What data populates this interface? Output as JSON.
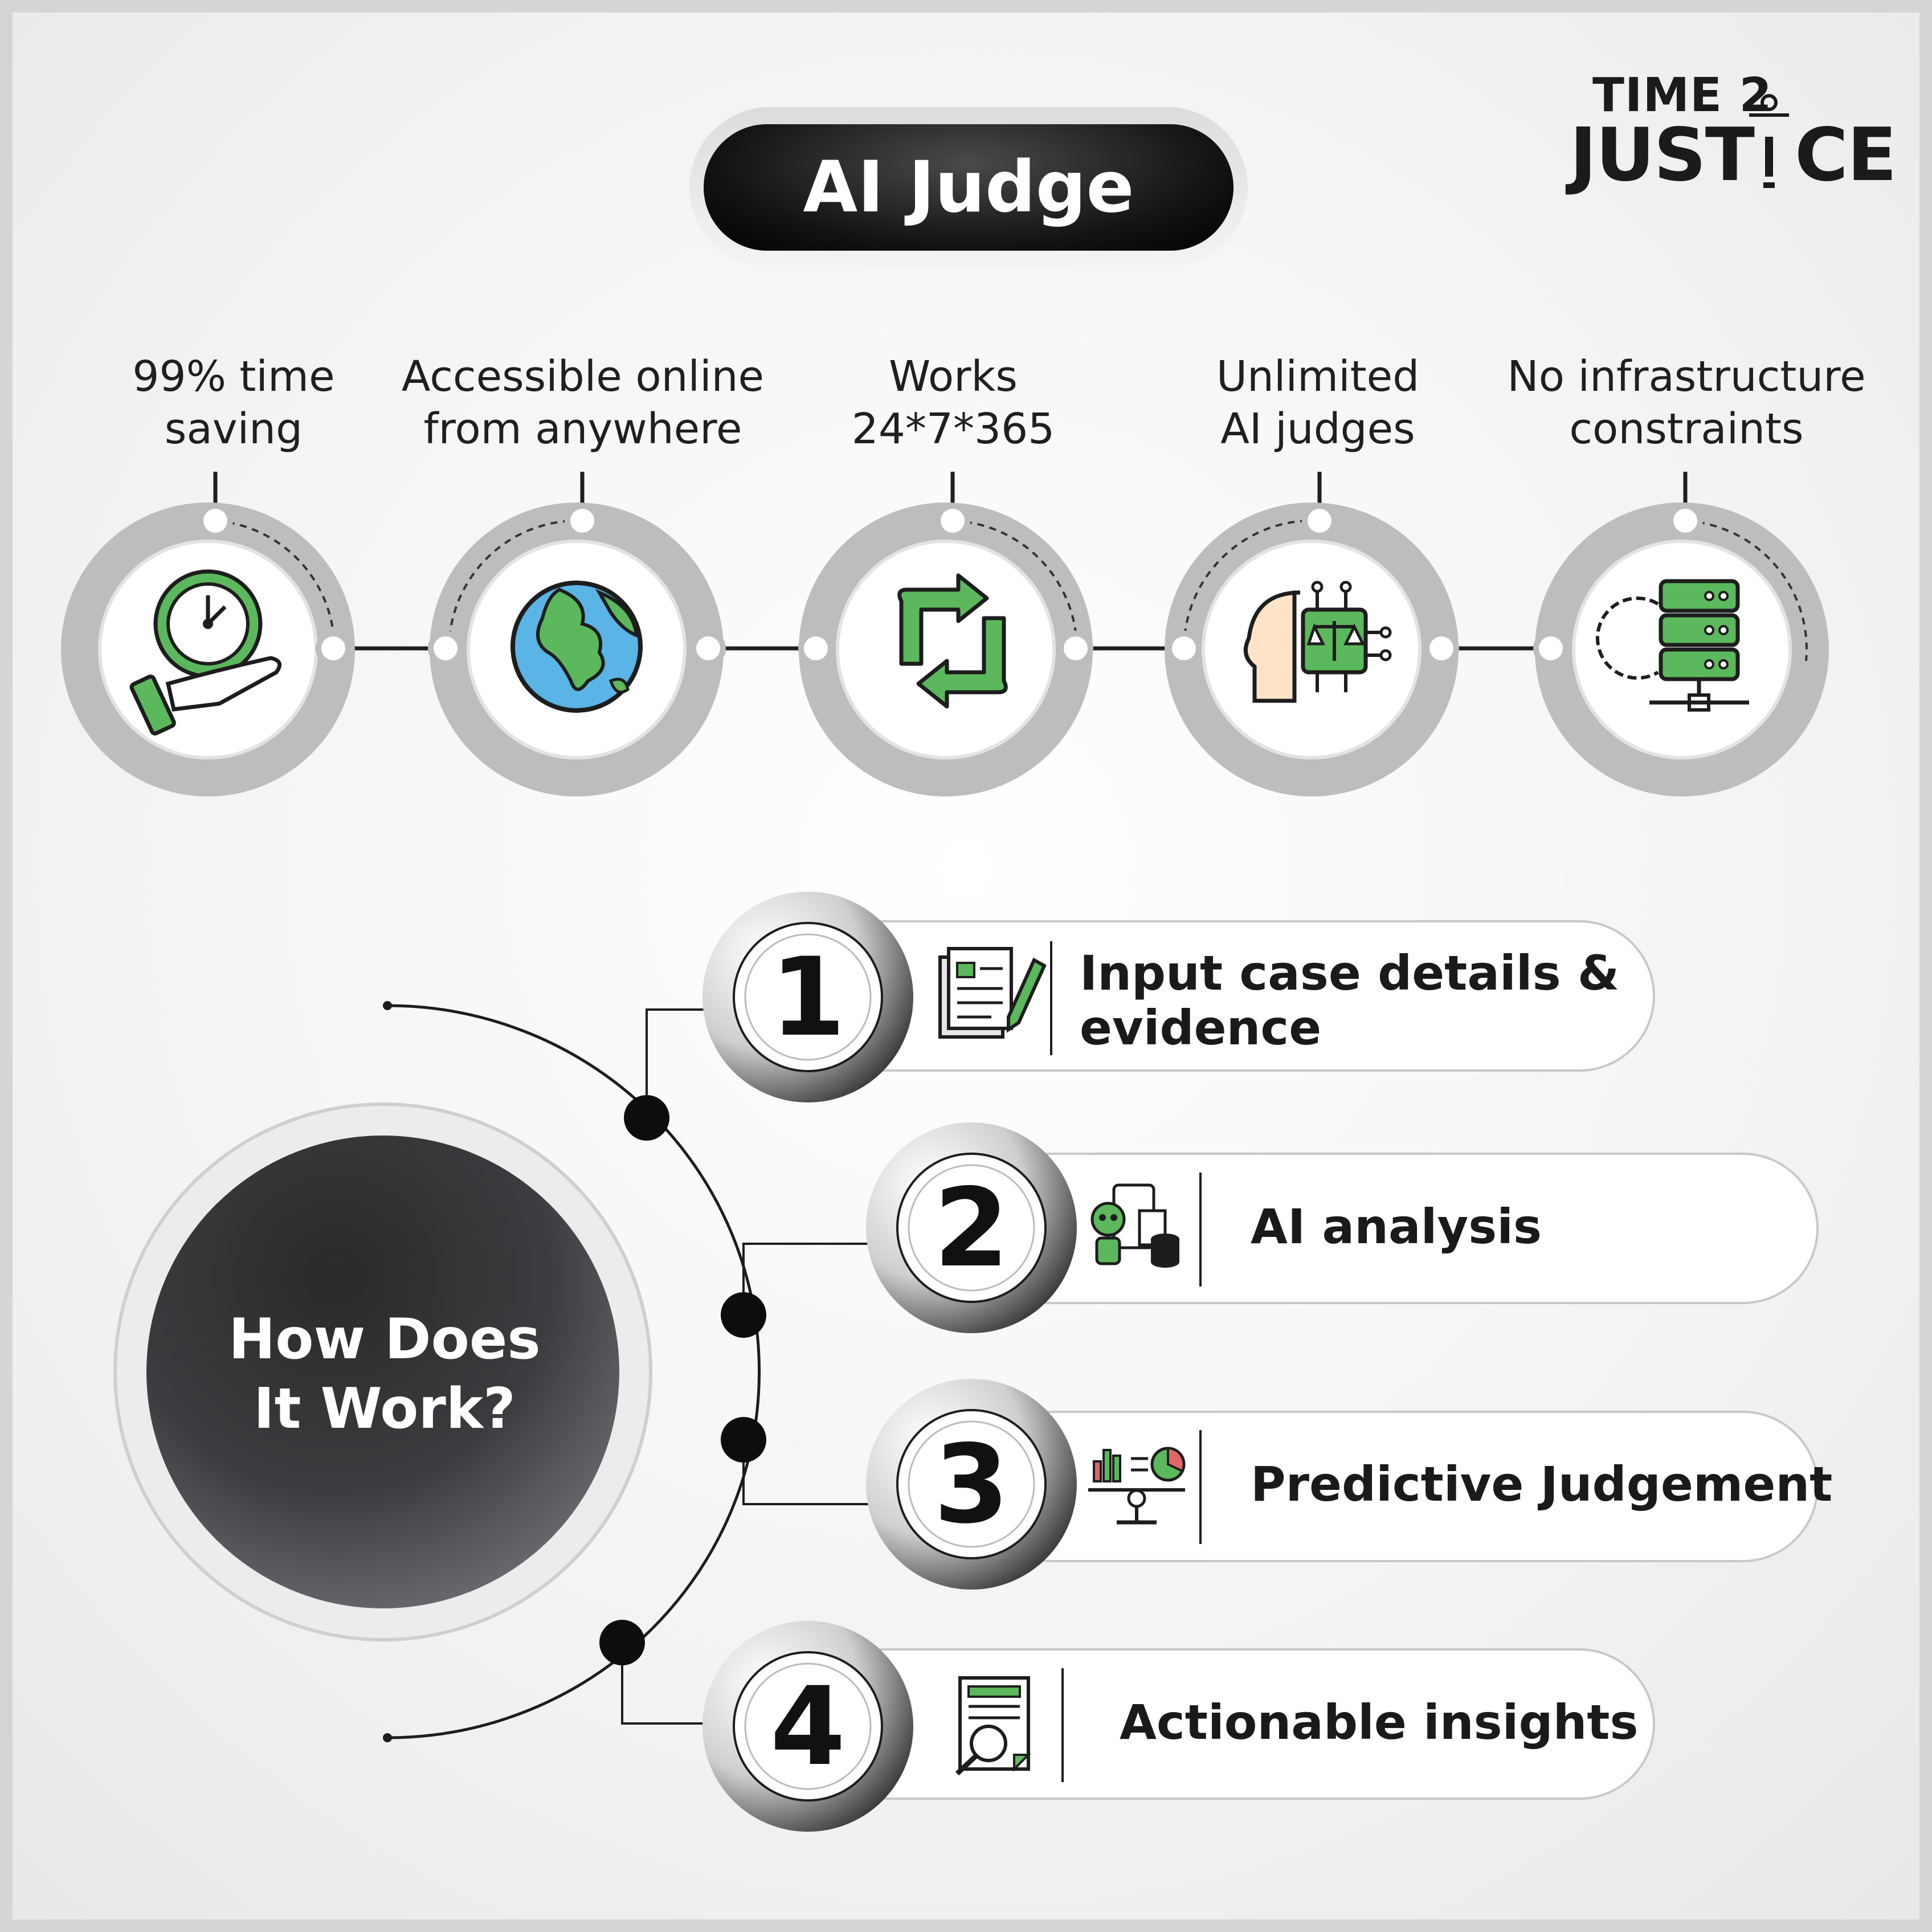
{
  "title": "AI Judge",
  "logo": {
    "line1": "TIME 2",
    "line2_left": "JUST",
    "line2_right": "CE"
  },
  "features": [
    {
      "lines": [
        "99% time",
        "saving"
      ],
      "icon": "hand-clock-icon"
    },
    {
      "lines": [
        "Accessible online",
        "from anywhere"
      ],
      "icon": "globe-icon"
    },
    {
      "lines": [
        "Works",
        "24*7*365"
      ],
      "icon": "refresh-arrows-icon"
    },
    {
      "lines": [
        "Unlimited",
        "AI judges"
      ],
      "icon": "ai-brain-scale-icon"
    },
    {
      "lines": [
        "No infrastructure",
        "constraints"
      ],
      "icon": "server-icon"
    }
  ],
  "how": {
    "lines": [
      "How Does",
      "It Work?"
    ]
  },
  "steps": [
    {
      "number": "1",
      "lines": [
        "Input case details &",
        "evidence"
      ],
      "icon": "document-pen-icon"
    },
    {
      "number": "2",
      "lines": [
        "AI analysis"
      ],
      "icon": "robot-data-icon"
    },
    {
      "number": "3",
      "lines": [
        "Predictive Judgement"
      ],
      "icon": "charts-scale-icon"
    },
    {
      "number": "4",
      "lines": [
        "Actionable insights"
      ],
      "icon": "document-magnifier-icon"
    }
  ],
  "colors": {
    "green": "#5cb85c",
    "dark_green": "#2e6b2e",
    "ring_gray": "#bcbcbc",
    "dark": "#1a1a1a",
    "ocean_blue": "#5ab4e6"
  }
}
